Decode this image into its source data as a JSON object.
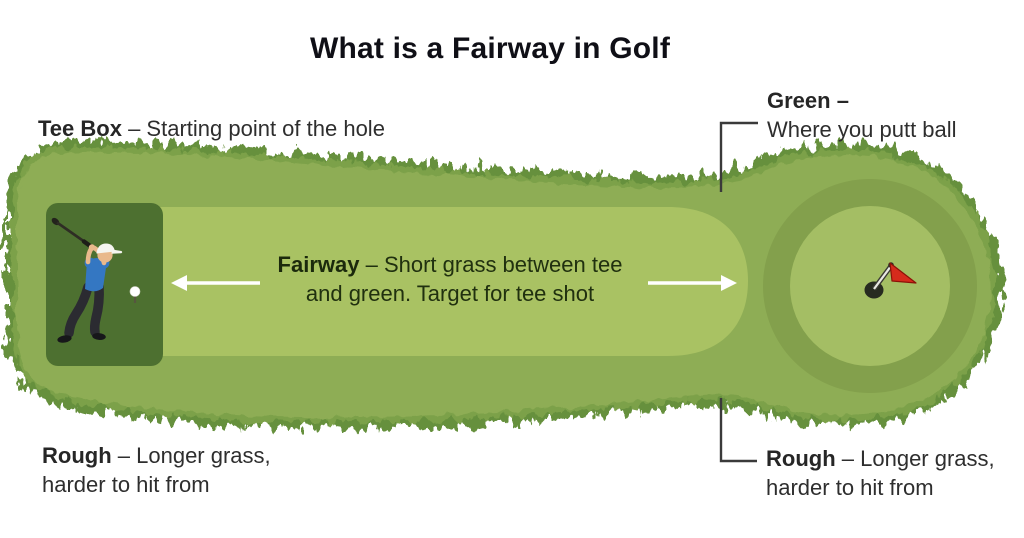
{
  "title": "What is a Fairway in Golf",
  "annotations": {
    "tee_box": {
      "term": "Tee Box",
      "desc": "– Starting point of the hole"
    },
    "green": {
      "term": "Green –",
      "desc": "Where you putt ball"
    },
    "fairway": {
      "term": "Fairway",
      "desc_line1": "– Short grass between tee",
      "desc_line2": "and green. Target for tee shot"
    },
    "rough_left": {
      "term": "Rough",
      "desc_line1": "– Longer grass,",
      "desc_line2": "harder to hit from"
    },
    "rough_right": {
      "term": "Rough",
      "desc_line1": "– Longer grass,",
      "desc_line2": "harder to hit from"
    }
  },
  "diagram": {
    "icon_names": [
      "golfer-icon",
      "golf-ball-icon",
      "flag-icon",
      "fairway-arrow-left",
      "fairway-arrow-right"
    ],
    "colors": {
      "rough_fringe_dark": "#66903c",
      "rough_fringe_mid": "#7ba149",
      "hole_body_green": "#8ead55",
      "fairway_green": "#a9c263",
      "tee_box_green": "#4d7030",
      "green_ring": "#83a04c",
      "putting_green": "#a4be64",
      "flag_red": "#d62b1c",
      "golfer_shirt_blue": "#3477c2",
      "arrow_white": "#ffffff",
      "connector_gray": "#3a3a3a"
    }
  }
}
